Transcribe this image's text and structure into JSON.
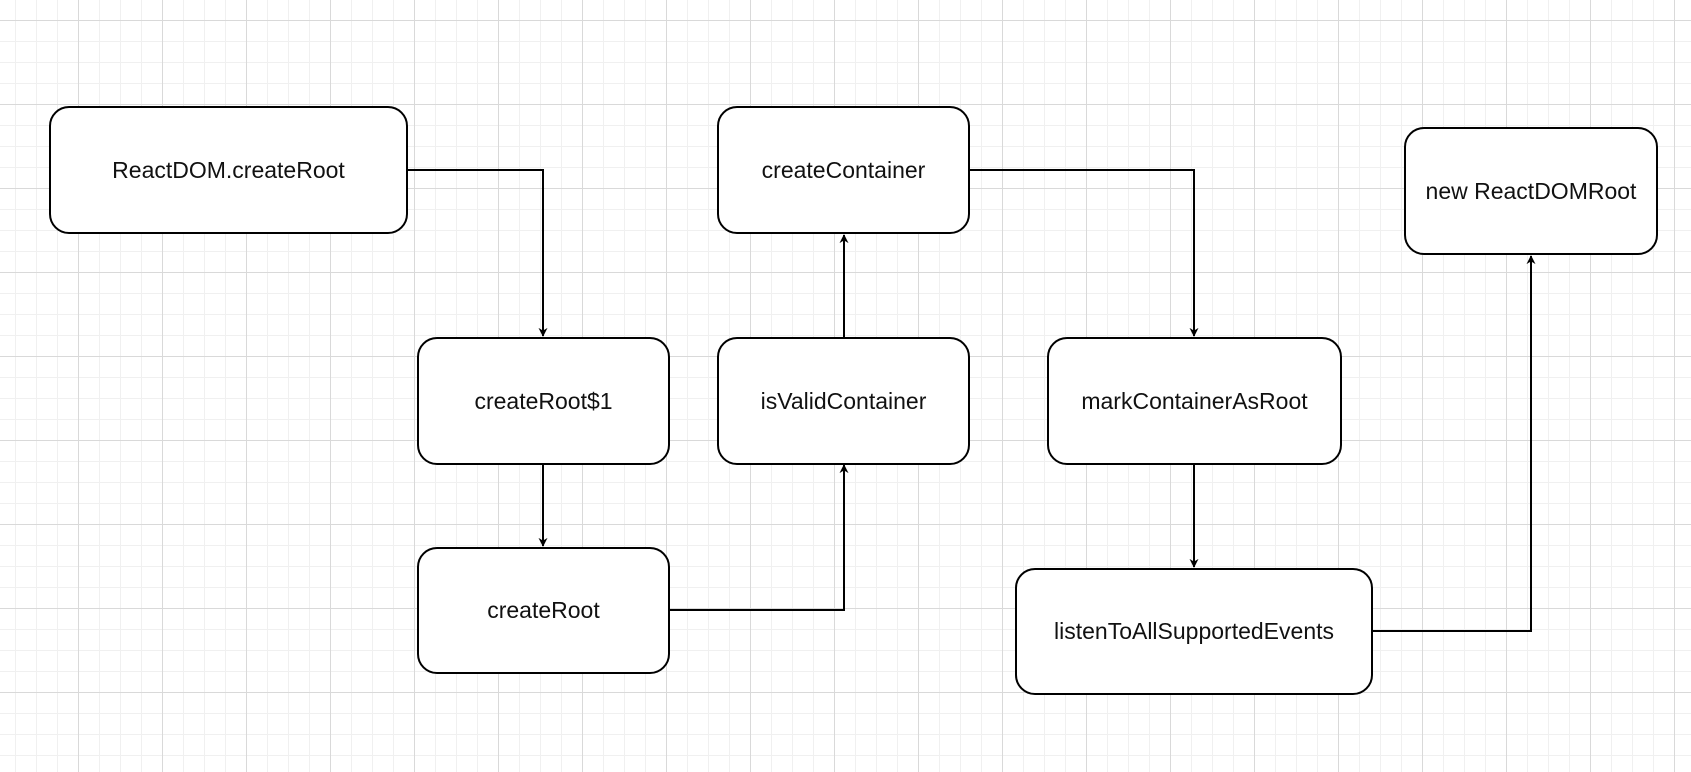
{
  "diagram": {
    "nodes": {
      "react_dom_create_root": "ReactDOM.createRoot",
      "create_root_1": "createRoot$1",
      "create_root": "createRoot",
      "is_valid_container": "isValidContainer",
      "create_container": "createContainer",
      "mark_container_as_root": "markContainerAsRoot",
      "listen_to_all_supported_events": "listenToAllSupportedEvents",
      "new_react_dom_root": "new ReactDOMRoot"
    },
    "edges": [
      {
        "from": "ReactDOM.createRoot",
        "to": "createRoot$1"
      },
      {
        "from": "createRoot$1",
        "to": "createRoot"
      },
      {
        "from": "createRoot",
        "to": "isValidContainer"
      },
      {
        "from": "isValidContainer",
        "to": "createContainer"
      },
      {
        "from": "createContainer",
        "to": "markContainerAsRoot"
      },
      {
        "from": "markContainerAsRoot",
        "to": "listenToAllSupportedEvents"
      },
      {
        "from": "listenToAllSupportedEvents",
        "to": "new ReactDOMRoot"
      }
    ],
    "colors": {
      "stroke": "#000000",
      "node_fill": "#ffffff",
      "grid": "#d9d9d9"
    }
  }
}
